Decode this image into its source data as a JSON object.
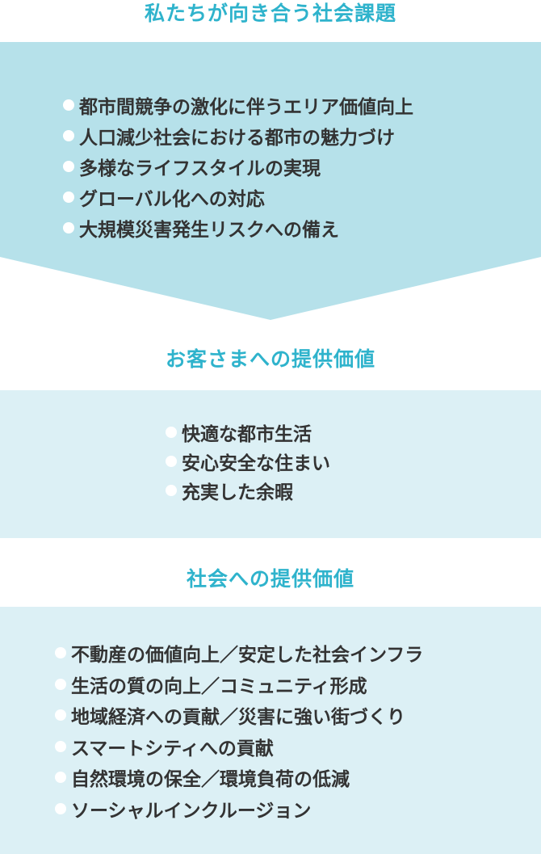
{
  "section1": {
    "title": "私たちが向き合う社会課題",
    "items": [
      "都市間競争の激化に伴うエリア価値向上",
      "人口減少社会における都市の魅力づけ",
      "多様なライフスタイルの実現",
      "グローバル化への対応",
      "大規模災害発生リスクへの備え"
    ]
  },
  "section2": {
    "title": "お客さまへの提供価値",
    "items": [
      "快適な都市生活",
      "安心安全な住まい",
      "充実した余暇"
    ]
  },
  "section3": {
    "title": "社会への提供価値",
    "items": [
      "不動産の価値向上／安定した社会インフラ",
      "生活の質の向上／コミュニティ形成",
      "地域経済への貢献／災害に強い街づくり",
      "スマートシティへの貢献",
      "自然環境の保全／環境負荷の低減",
      "ソーシャルインクルージョン"
    ]
  },
  "colors": {
    "heading": "#2fb3cc",
    "arrow_fill": "#b6e1ea",
    "box_fill": "#dcf0f5",
    "text": "#333333",
    "bullet": "#ffffff"
  }
}
